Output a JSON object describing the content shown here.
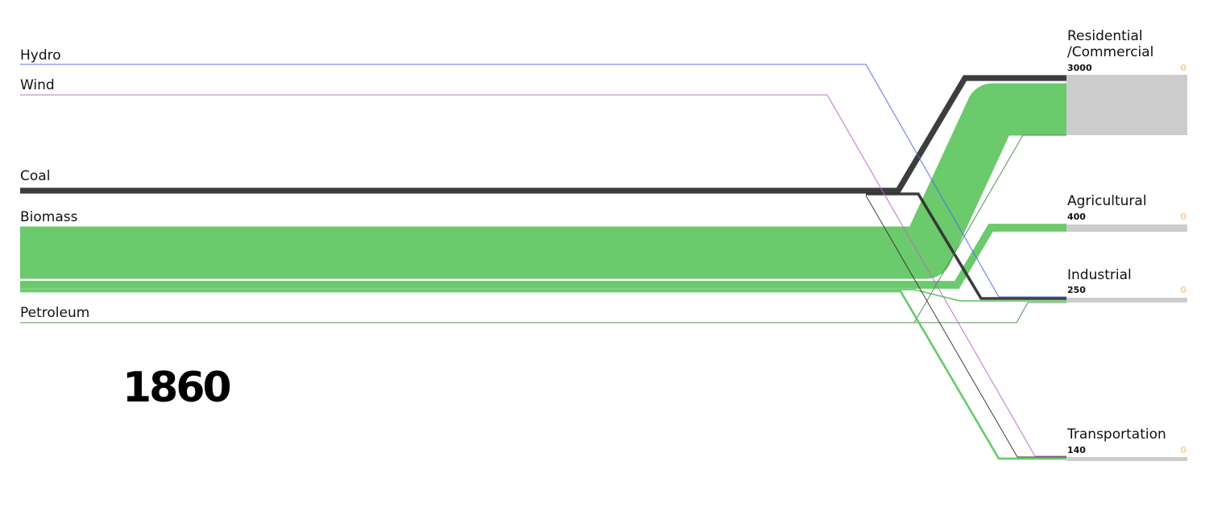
{
  "chart_data": {
    "type": "sankey",
    "title": "",
    "year": "1860",
    "sources": [
      {
        "id": "hydro",
        "label": "Hydro",
        "color": "#5566ee"
      },
      {
        "id": "wind",
        "label": "Wind",
        "color": "#b86cc8"
      },
      {
        "id": "coal",
        "label": "Coal",
        "color": "#333333"
      },
      {
        "id": "biomass",
        "label": "Biomass",
        "color": "#66c866"
      },
      {
        "id": "petroleum",
        "label": "Petroleum",
        "color": "#4a8a4a"
      }
    ],
    "targets": [
      {
        "id": "residential",
        "label_line1": "Residential",
        "label_line2": "/Commercial",
        "value": "3000",
        "secondary": "0"
      },
      {
        "id": "agricultural",
        "label_line1": "Agricultural",
        "label_line2": "",
        "value": "400",
        "secondary": "0"
      },
      {
        "id": "industrial",
        "label_line1": "Industrial",
        "label_line2": "",
        "value": "250",
        "secondary": "0"
      },
      {
        "id": "transportation",
        "label_line1": "Transportation",
        "label_line2": "",
        "value": "140",
        "secondary": "0"
      }
    ],
    "flows": [
      {
        "source": "coal",
        "target": "residential",
        "value": 300
      },
      {
        "source": "biomass",
        "target": "residential",
        "value": 2700
      },
      {
        "source": "biomass",
        "target": "agricultural",
        "value": 400
      },
      {
        "source": "coal",
        "target": "industrial",
        "value": 150
      },
      {
        "source": "biomass",
        "target": "industrial",
        "value": 70
      },
      {
        "source": "hydro",
        "target": "industrial",
        "value": 10
      },
      {
        "source": "petroleum",
        "target": "industrial",
        "value": 5
      },
      {
        "source": "petroleum",
        "target": "residential",
        "value": 5
      },
      {
        "source": "biomass",
        "target": "transportation",
        "value": 110
      },
      {
        "source": "coal",
        "target": "transportation",
        "value": 20
      },
      {
        "source": "wind",
        "target": "transportation",
        "value": 10
      }
    ]
  }
}
